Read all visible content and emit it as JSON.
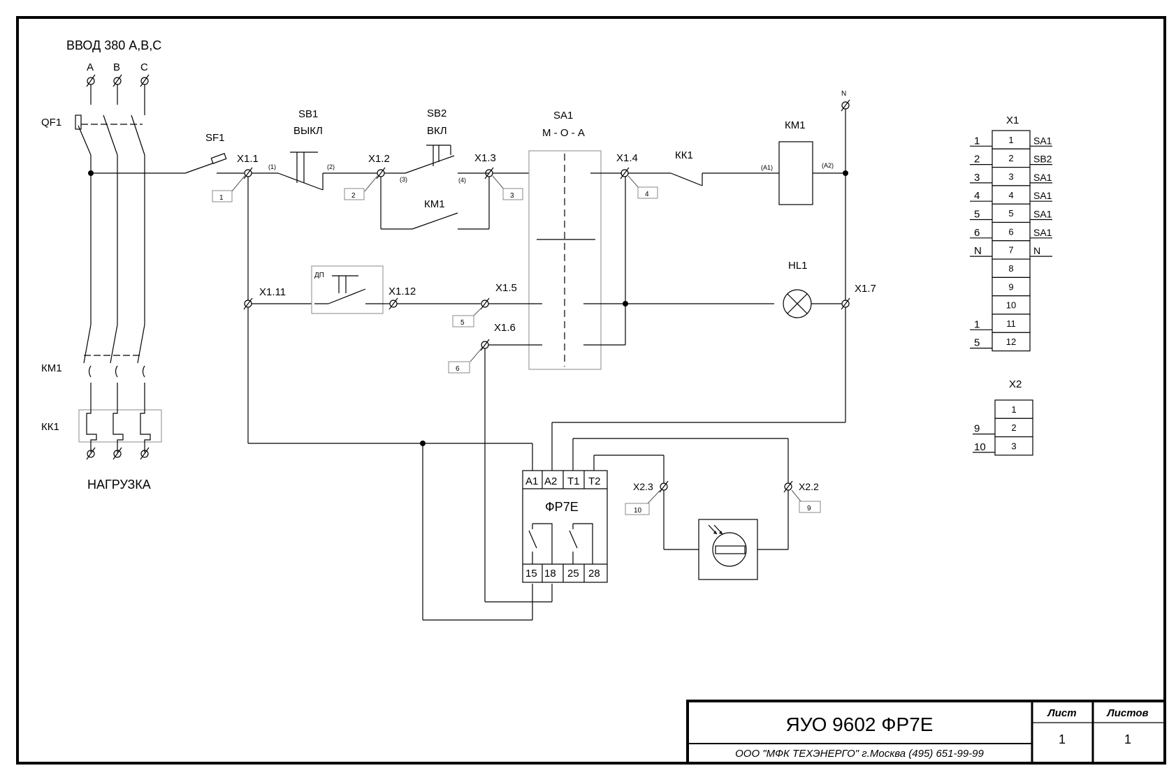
{
  "power": {
    "title": "ВВОД 380 А,В,С",
    "phases": [
      "А",
      "В",
      "С"
    ],
    "breaker": "QF1",
    "contactor": "КМ1",
    "relay": "КК1",
    "load": "НАГРУЗКА"
  },
  "control": {
    "sf1": "SF1",
    "sb1": "SB1",
    "sb1_name": "ВЫКЛ",
    "sb2": "SB2",
    "sb2_name": "ВКЛ",
    "sa1": "SA1",
    "sa1_mode": "М - О - А",
    "km1_aux": "КМ1",
    "kk1": "КК1",
    "km1_coil": "КМ1",
    "hl1": "HL1",
    "dp": "ДП",
    "n_label": "N",
    "wire_marks": [
      "(1)",
      "(2)",
      "(3)",
      "(4)",
      "(А1)",
      "(А2)"
    ]
  },
  "terminals": {
    "x1_1": "X1.1",
    "x1_2": "X1.2",
    "x1_3": "X1.3",
    "x1_4": "X1.4",
    "x1_5": "X1.5",
    "x1_6": "X1.6",
    "x1_7": "X1.7",
    "x1_11": "X1.11",
    "x1_12": "X1.12",
    "x2_2": "X2.2",
    "x2_3": "X2.3"
  },
  "wire_numbers": [
    "1",
    "2",
    "3",
    "4",
    "5",
    "6",
    "10",
    "9"
  ],
  "relay_fr7e": {
    "name": "ФР7Е",
    "top_pins": [
      "А1",
      "А2",
      "Т1",
      "Т2"
    ],
    "bottom_pins": [
      "15",
      "18",
      "25",
      "28"
    ]
  },
  "x1_block": {
    "title": "X1",
    "rows": [
      {
        "num": "1",
        "left": "1",
        "right": "SA1"
      },
      {
        "num": "2",
        "left": "2",
        "right": "SB2"
      },
      {
        "num": "3",
        "left": "3",
        "right": "SA1"
      },
      {
        "num": "4",
        "left": "4",
        "right": "SA1"
      },
      {
        "num": "5",
        "left": "5",
        "right": "SA1"
      },
      {
        "num": "6",
        "left": "6",
        "right": "SA1"
      },
      {
        "num": "7",
        "left": "N",
        "right": "N"
      },
      {
        "num": "8",
        "left": "",
        "right": ""
      },
      {
        "num": "9",
        "left": "",
        "right": ""
      },
      {
        "num": "10",
        "left": "",
        "right": ""
      },
      {
        "num": "11",
        "left": "1",
        "right": ""
      },
      {
        "num": "12",
        "left": "5",
        "right": ""
      }
    ]
  },
  "x2_block": {
    "title": "X2",
    "rows": [
      {
        "num": "1",
        "left": ""
      },
      {
        "num": "2",
        "left": "9"
      },
      {
        "num": "3",
        "left": "10"
      }
    ]
  },
  "title_block": {
    "doc": "ЯУО 9602 ФР7Е",
    "company": "ООО \"МФК ТЕХЭНЕРГО\" г.Москва  (495) 651-99-99",
    "sheet_label": "Лист",
    "sheet_value": "1",
    "sheets_label": "Листов",
    "sheets_value": "1"
  }
}
